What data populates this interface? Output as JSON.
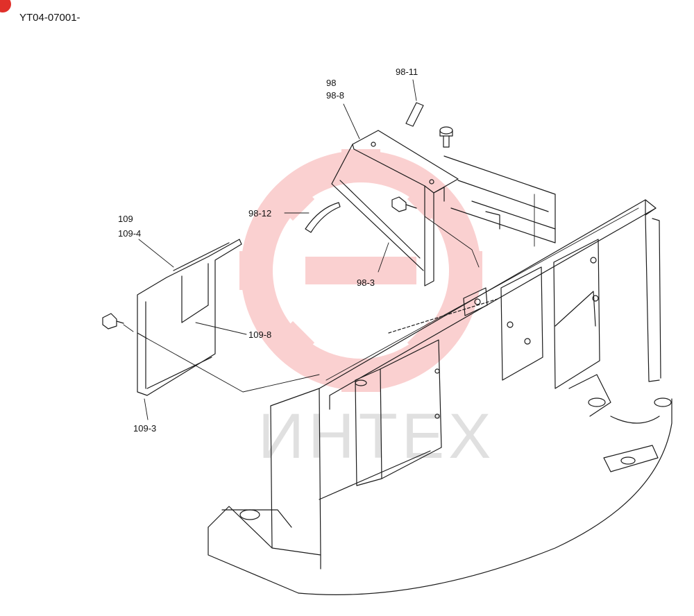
{
  "header": {
    "code": "YT04-07001-"
  },
  "watermark": {
    "text": "ИНТЕХ",
    "logo_color": "#f05a5a",
    "logo_name": "gear-logo"
  },
  "labels": {
    "l98": "98",
    "l98_8": "98-8",
    "l98_11": "98-11",
    "l98_12": "98-12",
    "l98_3": "98-3",
    "l109": "109",
    "l109_4": "109-4",
    "l109_8": "109-8",
    "l109_3": "109-3"
  },
  "colors": {
    "badge": "#e0302a",
    "line": "#1a1a1a"
  }
}
